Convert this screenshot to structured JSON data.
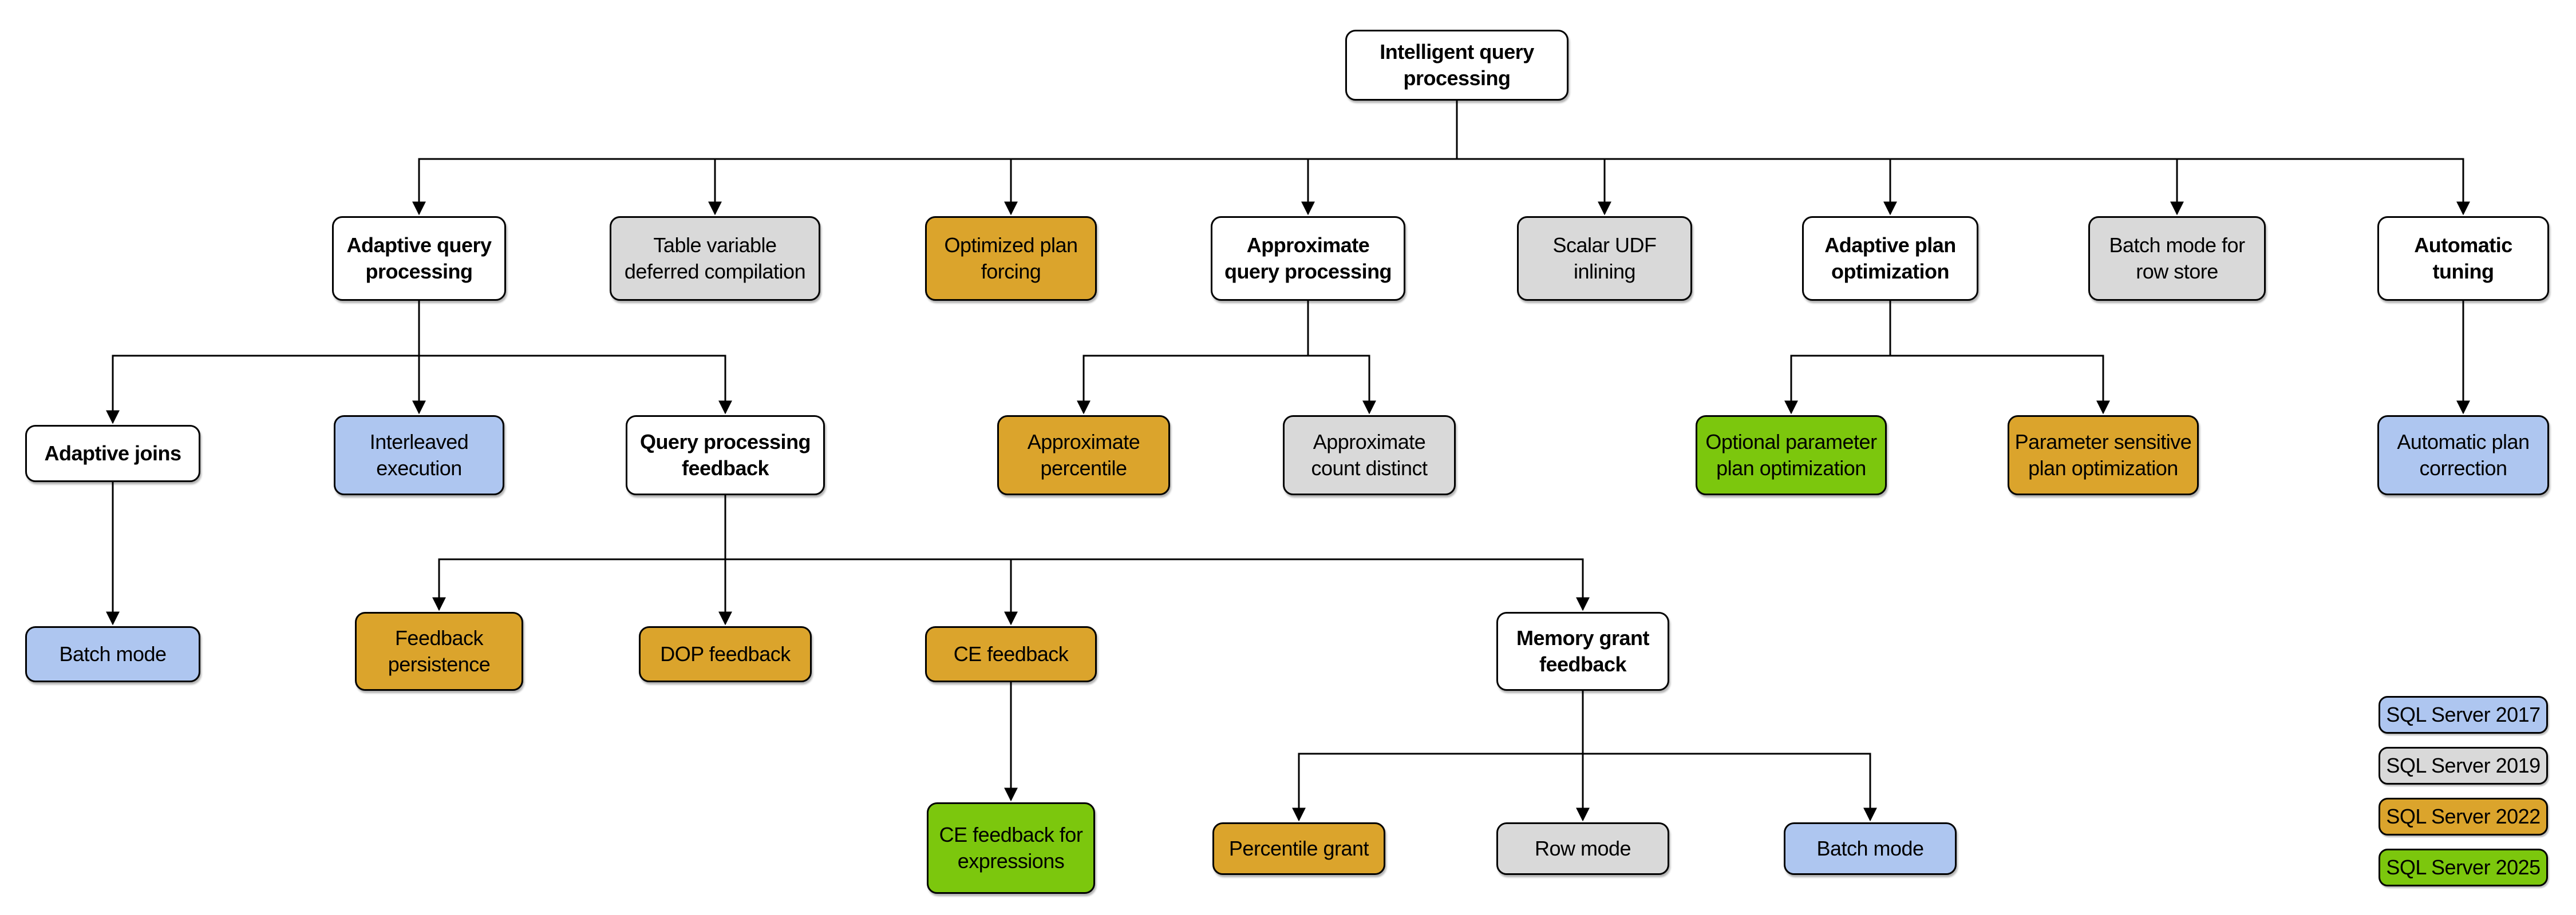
{
  "palette": {
    "white": "#FFFFFF",
    "blue": "#AEC6F0",
    "gray": "#D9D9D9",
    "gold": "#DBA42C",
    "green": "#7CC70D"
  },
  "nodes": [
    {
      "id": "intelligent-query-processing",
      "label": "Intelligent query\nprocessing",
      "version": null
    },
    {
      "id": "adaptive-query-processing",
      "label": "Adaptive query\nprocessing",
      "version": null
    },
    {
      "id": "table-variable-deferred-compilation",
      "label": "Table variable\ndeferred compilation",
      "version": "SQL Server 2019"
    },
    {
      "id": "optimized-plan-forcing",
      "label": "Optimized plan\nforcing",
      "version": "SQL Server 2022"
    },
    {
      "id": "approximate-query-processing",
      "label": "Approximate\nquery processing",
      "version": null
    },
    {
      "id": "scalar-udf-inlining",
      "label": "Scalar UDF\ninlining",
      "version": "SQL Server 2019"
    },
    {
      "id": "adaptive-plan-optimization",
      "label": "Adaptive plan\noptimization",
      "version": null
    },
    {
      "id": "batch-mode-for-row-store",
      "label": "Batch mode for\nrow store",
      "version": "SQL Server 2019"
    },
    {
      "id": "automatic-tuning",
      "label": "Automatic\ntuning",
      "version": null
    },
    {
      "id": "adaptive-joins",
      "label": "Adaptive joins",
      "version": null
    },
    {
      "id": "interleaved-execution",
      "label": "Interleaved\nexecution",
      "version": "SQL Server 2017"
    },
    {
      "id": "query-processing-feedback",
      "label": "Query processing\nfeedback",
      "version": null
    },
    {
      "id": "approximate-percentile",
      "label": "Approximate\npercentile",
      "version": "SQL Server 2022"
    },
    {
      "id": "approximate-count-distinct",
      "label": "Approximate\ncount distinct",
      "version": "SQL Server 2019"
    },
    {
      "id": "optional-parameter-plan-optimization",
      "label": "Optional parameter\nplan optimization",
      "version": "SQL Server 2025"
    },
    {
      "id": "parameter-sensitive-plan-optimization",
      "label": "Parameter sensitive\nplan optimization",
      "version": "SQL Server 2022"
    },
    {
      "id": "automatic-plan-correction",
      "label": "Automatic plan\ncorrection",
      "version": "SQL Server 2017"
    },
    {
      "id": "batch-mode-adaptive-joins",
      "label": "Batch mode",
      "version": "SQL Server 2017"
    },
    {
      "id": "feedback-persistence",
      "label": "Feedback\npersistence",
      "version": "SQL Server 2022"
    },
    {
      "id": "dop-feedback",
      "label": "DOP feedback",
      "version": "SQL Server 2022"
    },
    {
      "id": "ce-feedback",
      "label": "CE feedback",
      "version": "SQL Server 2022"
    },
    {
      "id": "memory-grant-feedback",
      "label": "Memory grant\nfeedback",
      "version": null
    },
    {
      "id": "ce-feedback-for-expressions",
      "label": "CE feedback for\nexpressions",
      "version": "SQL Server 2025"
    },
    {
      "id": "percentile-grant",
      "label": "Percentile grant",
      "version": "SQL Server 2022"
    },
    {
      "id": "row-mode",
      "label": "Row mode",
      "version": "SQL Server 2019"
    },
    {
      "id": "batch-mode-memory-grant",
      "label": "Batch mode",
      "version": "SQL Server 2017"
    }
  ],
  "edges": [
    {
      "from": "intelligent-query-processing",
      "to": "adaptive-query-processing"
    },
    {
      "from": "intelligent-query-processing",
      "to": "table-variable-deferred-compilation"
    },
    {
      "from": "intelligent-query-processing",
      "to": "optimized-plan-forcing"
    },
    {
      "from": "intelligent-query-processing",
      "to": "approximate-query-processing"
    },
    {
      "from": "intelligent-query-processing",
      "to": "scalar-udf-inlining"
    },
    {
      "from": "intelligent-query-processing",
      "to": "adaptive-plan-optimization"
    },
    {
      "from": "intelligent-query-processing",
      "to": "batch-mode-for-row-store"
    },
    {
      "from": "intelligent-query-processing",
      "to": "automatic-tuning"
    },
    {
      "from": "adaptive-query-processing",
      "to": "adaptive-joins"
    },
    {
      "from": "adaptive-query-processing",
      "to": "interleaved-execution"
    },
    {
      "from": "adaptive-query-processing",
      "to": "query-processing-feedback"
    },
    {
      "from": "approximate-query-processing",
      "to": "approximate-percentile"
    },
    {
      "from": "approximate-query-processing",
      "to": "approximate-count-distinct"
    },
    {
      "from": "adaptive-plan-optimization",
      "to": "optional-parameter-plan-optimization"
    },
    {
      "from": "adaptive-plan-optimization",
      "to": "parameter-sensitive-plan-optimization"
    },
    {
      "from": "automatic-tuning",
      "to": "automatic-plan-correction"
    },
    {
      "from": "adaptive-joins",
      "to": "batch-mode-adaptive-joins"
    },
    {
      "from": "query-processing-feedback",
      "to": "feedback-persistence"
    },
    {
      "from": "query-processing-feedback",
      "to": "dop-feedback"
    },
    {
      "from": "query-processing-feedback",
      "to": "ce-feedback"
    },
    {
      "from": "query-processing-feedback",
      "to": "memory-grant-feedback"
    },
    {
      "from": "ce-feedback",
      "to": "ce-feedback-for-expressions"
    },
    {
      "from": "memory-grant-feedback",
      "to": "percentile-grant"
    },
    {
      "from": "memory-grant-feedback",
      "to": "row-mode"
    },
    {
      "from": "memory-grant-feedback",
      "to": "batch-mode-memory-grant"
    }
  ],
  "legend": {
    "items": [
      {
        "label": "SQL Server 2017",
        "color": "blue"
      },
      {
        "label": "SQL Server 2019",
        "color": "gray"
      },
      {
        "label": "SQL Server 2022",
        "color": "gold"
      },
      {
        "label": "SQL Server 2025",
        "color": "green"
      }
    ]
  }
}
